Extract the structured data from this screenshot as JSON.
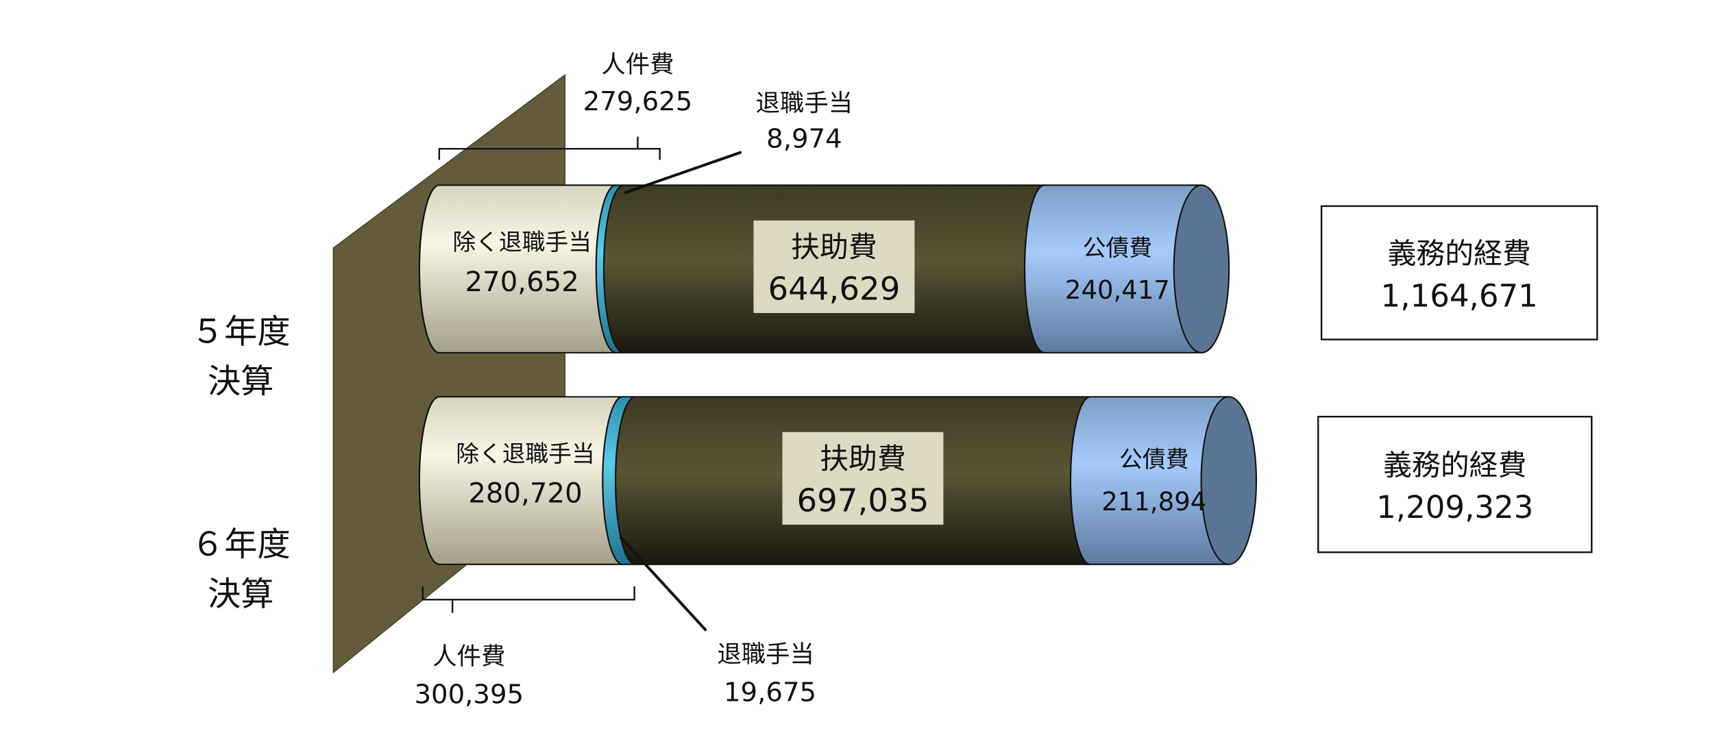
{
  "chart_data": {
    "type": "bar",
    "orientation": "horizontal-stacked-cylinder",
    "categories": [
      "５年度決算",
      "６年度決算"
    ],
    "category_lines": [
      [
        "５年度",
        "決算"
      ],
      [
        "６年度",
        "決算"
      ]
    ],
    "series": [
      {
        "name": "除く退職手当",
        "values": [
          270652,
          280720
        ],
        "values_text": [
          "270,652",
          "280,720"
        ],
        "color": "#ece8d6"
      },
      {
        "name": "退職手当",
        "values": [
          8974,
          19675
        ],
        "values_text": [
          "8,974",
          "19,675"
        ],
        "color": "#4bb3d6"
      },
      {
        "name": "扶助費",
        "values": [
          644629,
          697035
        ],
        "values_text": [
          "644,629",
          "697,035"
        ],
        "color": "#4e4a30"
      },
      {
        "name": "公債費",
        "values": [
          240417,
          211894
        ],
        "values_text": [
          "240,417",
          "211,894"
        ],
        "color": "#9cc2f2"
      }
    ],
    "groups": [
      {
        "name": "人件費",
        "values_text": [
          "279,625",
          "300,395"
        ]
      }
    ],
    "totals": {
      "name": "義務的経費",
      "values_text": [
        "1,164,671",
        "1,209,323"
      ]
    },
    "colors": {
      "wall": "#645b3b",
      "end_cap": "#5a7494",
      "label_box": "#ddd9c3"
    }
  }
}
